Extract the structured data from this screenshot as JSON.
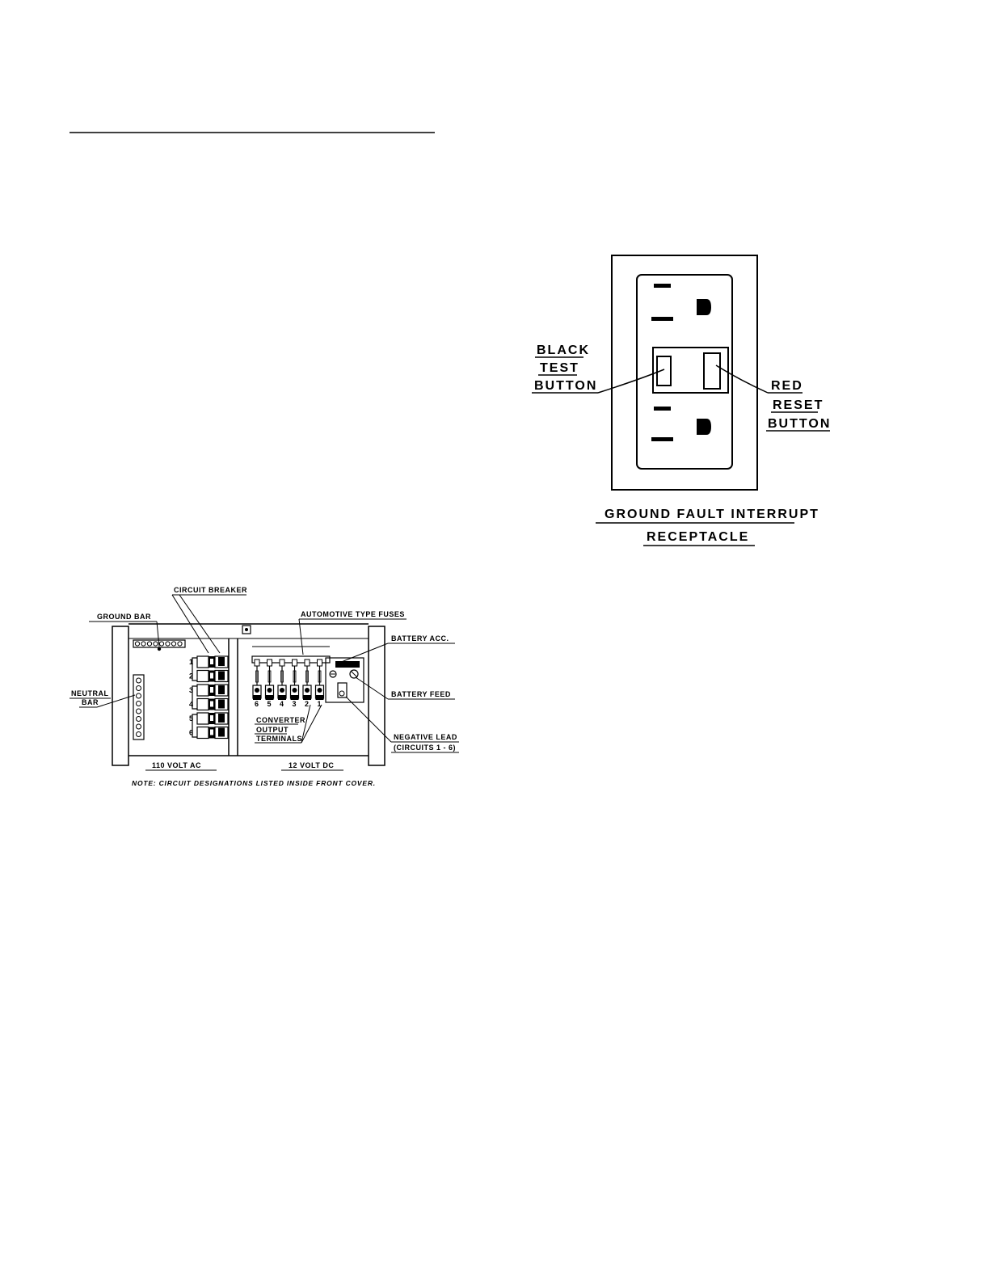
{
  "breaker_panel": {
    "labels": {
      "circuit_breaker": "CIRCUIT BREAKER",
      "ground_bar": "GROUND BAR",
      "automotive_fuses": "AUTOMOTIVE TYPE FUSES",
      "battery_acc": "BATTERY ACC.",
      "neutral_bar_1": "NEUTRAL",
      "neutral_bar_2": "BAR",
      "battery_feed": "BATTERY FEED",
      "converter_1": "CONVERTER",
      "converter_2": "OUTPUT",
      "converter_3": "TERMINALS",
      "negative_lead_1": "NEGATIVE LEAD",
      "negative_lead_2": "(CIRCUITS 1 - 6)",
      "ac_section": "110 VOLT AC",
      "dc_section": "12 VOLT DC",
      "note": "NOTE: CIRCUIT DESIGNATIONS LISTED INSIDE FRONT COVER."
    },
    "breaker_numbers": [
      "1",
      "2",
      "3",
      "4",
      "5",
      "6"
    ],
    "fuse_numbers": [
      "6",
      "5",
      "4",
      "3",
      "2",
      "1"
    ]
  },
  "gfi": {
    "test_label": [
      "BLACK",
      "TEST",
      "BUTTON"
    ],
    "reset_label": [
      "RED",
      "RESET",
      "BUTTON"
    ],
    "caption_1": "GROUND FAULT INTERRUPT",
    "caption_2": "RECEPTACLE"
  }
}
